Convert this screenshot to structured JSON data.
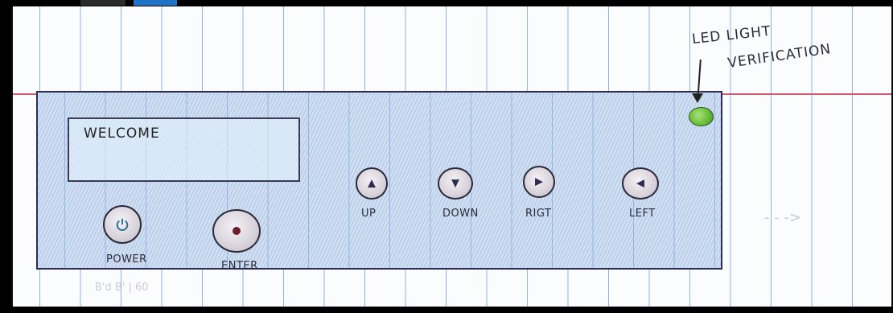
{
  "screen": {
    "text": "WELCOME"
  },
  "buttons": {
    "power": {
      "label": "POWER",
      "icon": "power-icon"
    },
    "enter": {
      "label": "ENTER",
      "icon": "dot-icon"
    },
    "up": {
      "label": "UP",
      "icon": "triangle-up-icon",
      "glyph": "▲"
    },
    "down": {
      "label": "DOWN",
      "icon": "triangle-down-icon",
      "glyph": "▼"
    },
    "right": {
      "label": "RIGT",
      "icon": "triangle-right-icon",
      "glyph": "▶"
    },
    "left": {
      "label": "LEFT",
      "icon": "triangle-left-icon",
      "glyph": "◀"
    }
  },
  "annotation": {
    "line1": "LED LIGHT",
    "line2": "VERIFICATION"
  },
  "faint_marks": {
    "text": "B'd  B' | 60",
    "arrow": "- - ->"
  },
  "colors": {
    "led": "#6cbf3a",
    "paper_lines": "#8fb3e6",
    "margin_line": "#cc5b6e",
    "panel": "#c5d7ee"
  }
}
